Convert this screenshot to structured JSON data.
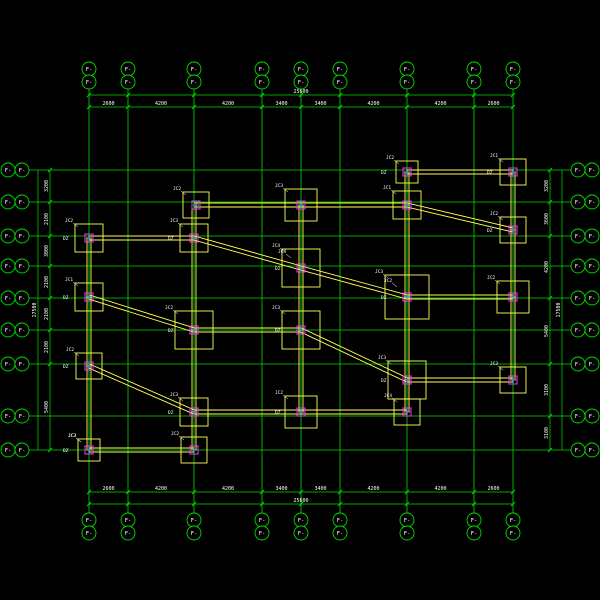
{
  "colors": {
    "background": "#000000",
    "grid": "#00dd00",
    "beam": "#ffff55",
    "column": "#ff33ff",
    "rebar": "#66ccff",
    "footing": "#ffff55",
    "text": "#ffffff"
  },
  "axis_bubbles": {
    "top": [
      {
        "top": "F-",
        "bottom": "F-"
      },
      {
        "top": "F-",
        "bottom": "F-"
      },
      {
        "top": "F-",
        "bottom": "F-"
      },
      {
        "top": "F-",
        "bottom": "F-"
      },
      {
        "top": "F-",
        "bottom": "F-"
      },
      {
        "top": "F-",
        "bottom": "F-"
      },
      {
        "top": "F-",
        "bottom": "F-"
      },
      {
        "top": "F-",
        "bottom": "F-"
      },
      {
        "top": "F-",
        "bottom": "F-"
      }
    ],
    "bottom": [
      {
        "top": "F-",
        "bottom": "F-"
      },
      {
        "top": "F-",
        "bottom": "F-"
      },
      {
        "top": "F-",
        "bottom": "F-"
      },
      {
        "top": "F-",
        "bottom": "F-"
      },
      {
        "top": "F-",
        "bottom": "F-"
      },
      {
        "top": "F-",
        "bottom": "F-"
      },
      {
        "top": "F-",
        "bottom": "F-"
      },
      {
        "top": "F-",
        "bottom": "F-"
      },
      {
        "top": "F-",
        "bottom": "F-"
      }
    ],
    "left": [
      {
        "a": "F-",
        "b": "F-"
      },
      {
        "a": "F-",
        "b": "F-"
      },
      {
        "a": "F-",
        "b": "F-"
      },
      {
        "a": "F-",
        "b": "F-"
      },
      {
        "a": "F-",
        "b": "F-"
      },
      {
        "a": "F-",
        "b": "F-"
      },
      {
        "a": "F-",
        "b": "F-"
      },
      {
        "a": "F-",
        "b": "F-"
      },
      {
        "a": "F-",
        "b": "F-"
      }
    ],
    "right": [
      {
        "a": "F-",
        "b": "F-"
      },
      {
        "a": "F-",
        "b": "F-"
      },
      {
        "a": "F-",
        "b": "F-"
      },
      {
        "a": "F-",
        "b": "F-"
      },
      {
        "a": "F-",
        "b": "F-"
      },
      {
        "a": "F-",
        "b": "F-"
      },
      {
        "a": "F-",
        "b": "F-"
      },
      {
        "a": "F-",
        "b": "F-"
      },
      {
        "a": "F-",
        "b": "F-"
      }
    ]
  },
  "dimensions": {
    "top_segments": [
      "2600",
      "4200",
      "4200",
      "3400",
      "3400",
      "4200",
      "4200",
      "2600"
    ],
    "top_total": "25600",
    "bottom_segments": [
      "2600",
      "4200",
      "4200",
      "3400",
      "3400",
      "4200",
      "4200",
      "2600"
    ],
    "bottom_total": "25600",
    "left_segments": [
      "3200",
      "2100",
      "3000",
      "2100",
      "2100",
      "2100",
      "5400"
    ],
    "left_total": "17500",
    "right_segments": [
      "3200",
      "3600",
      "4200",
      "5400",
      "3100",
      "3100"
    ],
    "right_total": "17500"
  },
  "footing_tags": [
    "JC2",
    "JC3",
    "JC4",
    "JC3",
    "JC2",
    "JC1",
    "JC2",
    "JC3",
    "JC2",
    "JC1",
    "JC2",
    "JC3",
    "JC2",
    "JC3",
    "JC3",
    "JC2",
    "JC4",
    "JC3",
    "JC2",
    "JC3",
    "JC1",
    "JC2",
    "JC3",
    "JC4",
    "JC2"
  ],
  "column_tags": [
    "DZ",
    "DZ",
    "DZ",
    "DZ",
    "DZ",
    "DZ",
    "DZ",
    "DZ",
    "DZ",
    "DZ",
    "DZ",
    "DZ",
    "DZ",
    "DZ",
    "DZ"
  ]
}
